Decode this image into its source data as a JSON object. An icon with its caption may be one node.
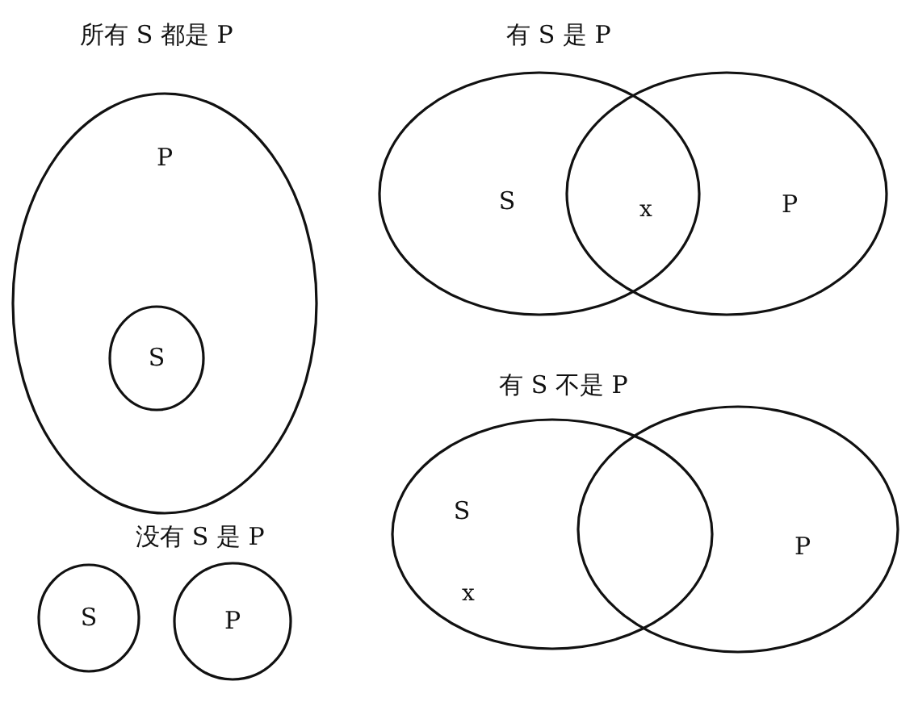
{
  "diagram": {
    "nodes": [
      {
        "text": [
          "P"
        ]
      },
      {
        "text": [
          "S"
        ],
        "in": 0
      },
      {
        "text": [
          "S"
        ]
      },
      {
        "text": [
          "P"
        ]
      },
      {
        "text": [
          "S"
        ]
      },
      {
        "text": [
          "P"
        ]
      },
      {
        "text": [
          "S"
        ]
      },
      {
        "text": [
          "P"
        ]
      }
    ],
    "labels": [
      "所有 S 都是 P",
      "有 S 是 P",
      "x",
      "有 S 不是 P",
      "没有 S 是 P",
      "x"
    ]
  }
}
